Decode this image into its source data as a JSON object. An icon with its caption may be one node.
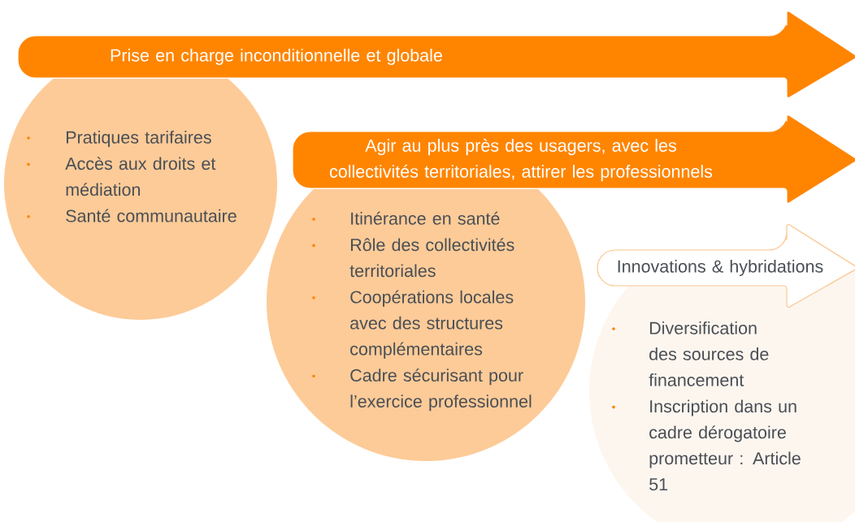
{
  "diagram": {
    "nodes": [
      {
        "text": [
          "Prise en charge inconditionnelle et globale"
        ]
      },
      {
        "text": [
          "Pratiques tarifaires",
          "Accès aux droits et médiation",
          "Santé communautaire"
        ]
      },
      {
        "text": [
          "Agir au plus près des usagers, avec les collectivités territoriales, attirer les professionnels"
        ]
      },
      {
        "text": [
          "Itinérance en santé",
          "Rôle des collectivités territoriales",
          "Coopérations locales avec des structures complémentaires",
          "Cadre sécurisant pour l’exercice professionnel"
        ]
      },
      {
        "text": [
          "Innovations & hybridations"
        ]
      },
      {
        "text": [
          "Diversification des sources de financement",
          "Inscription dans un cadre dérogatoire prometteur : Article 51"
        ]
      }
    ]
  }
}
